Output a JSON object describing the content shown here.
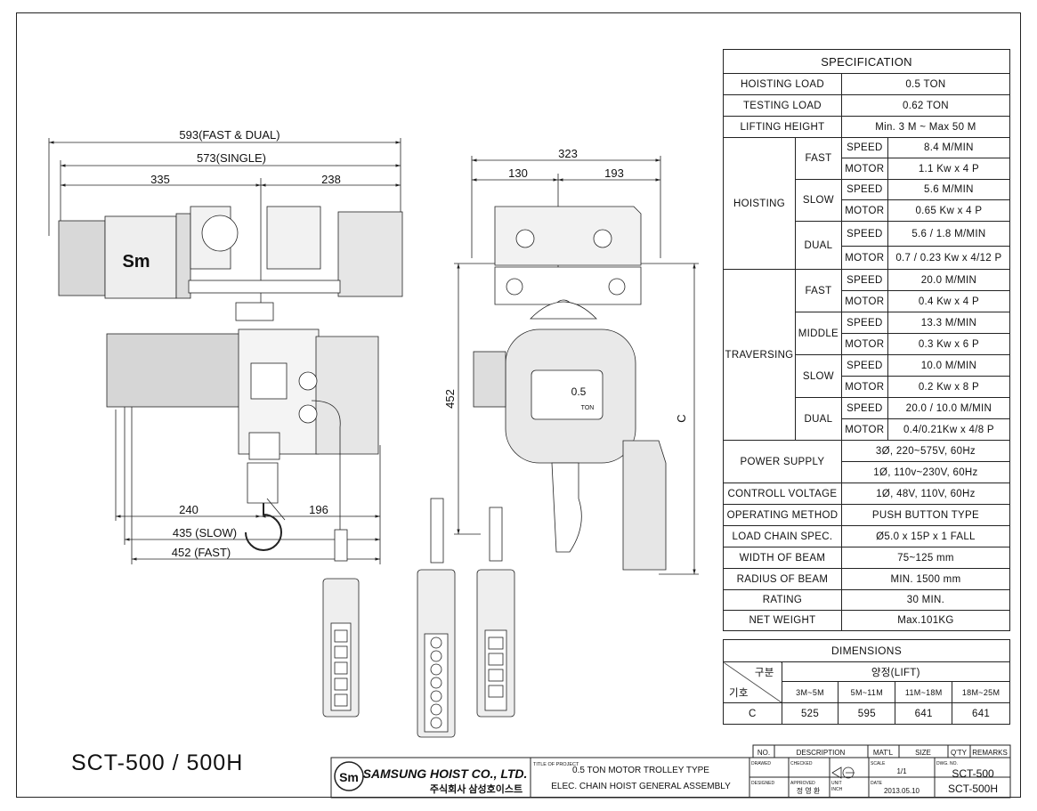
{
  "drawing": {
    "model": "SCT-500 / 500H",
    "dim_593": "593(FAST & DUAL)",
    "dim_573": "573(SINGLE)",
    "dim_335": "335",
    "dim_238": "238",
    "dim_240": "240",
    "dim_196": "196",
    "dim_435": "435 (SLOW)",
    "dim_452f": "452 (FAST)",
    "dim_323": "323",
    "dim_130": "130",
    "dim_193": "193",
    "dim_452": "452",
    "dim_c": "C",
    "hoist_badge_value": "0.5",
    "hoist_badge_unit": "TON",
    "logo_sm": "Sm"
  },
  "spec": {
    "title": "SPECIFICATION",
    "hoisting_load_label": "HOISTING LOAD",
    "hoisting_load": "0.5  TON",
    "testing_load_label": "TESTING LOAD",
    "testing_load": "0.62  TON",
    "lifting_height_label": "LIFTING HEIGHT",
    "lifting_height": "Min. 3 M ~ Max 50 M",
    "hoisting_label": "HOISTING",
    "traversing_label": "TRAVERSING",
    "speed_label": "SPEED",
    "motor_label": "MOTOR",
    "fast": "FAST",
    "slow": "SLOW",
    "dual": "DUAL",
    "middle": "MIDDLE",
    "h_fast_speed": "8.4  M/MIN",
    "h_fast_motor": "1.1 Kw x 4 P",
    "h_slow_speed": "5.6  M/MIN",
    "h_slow_motor": "0.65 Kw x 4 P",
    "h_dual_speed": "5.6 / 1.8  M/MIN",
    "h_dual_motor": "0.7 / 0.23 Kw x 4/12 P",
    "t_fast_speed": "20.0 M/MIN",
    "t_fast_motor": "0.4 Kw x 4 P",
    "t_middle_speed": "13.3 M/MIN",
    "t_middle_motor": "0.3 Kw x 6 P",
    "t_slow_speed": "10.0 M/MIN",
    "t_slow_motor": "0.2 Kw x 8 P",
    "t_dual_speed": "20.0 / 10.0 M/MIN",
    "t_dual_motor": "0.4/0.21Kw x 4/8 P",
    "power_supply_label": "POWER SUPPLY",
    "power_supply_1": "3Ø, 220~575V, 60Hz",
    "power_supply_2": "1Ø, 110v~230V, 60Hz",
    "control_voltage_label": "CONTROLL VOLTAGE",
    "control_voltage": "1Ø, 48V, 110V, 60Hz",
    "operating_method_label": "OPERATING METHOD",
    "operating_method": "PUSH BUTTON TYPE",
    "load_chain_label": "LOAD CHAIN SPEC.",
    "load_chain": "Ø5.0 x 15P x 1 FALL",
    "width_beam_label": "WIDTH OF BEAM",
    "width_beam": "75~125 mm",
    "radius_beam_label": "RADIUS OF BEAM",
    "radius_beam": "MIN. 1500 mm",
    "rating_label": "RATING",
    "rating": "30 MIN.",
    "net_weight_label": "NET WEIGHT",
    "net_weight": "Max.101KG"
  },
  "dimensions": {
    "title": "DIMENSIONS",
    "gubun": "구분",
    "giho": "기호",
    "lift_label": "양정(LIFT)",
    "ranges": [
      "3M~5M",
      "5M~11M",
      "11M~18M",
      "18M~25M"
    ],
    "row_label": "C",
    "values": [
      "525",
      "595",
      "641",
      "641"
    ]
  },
  "title_block": {
    "h_no": "NO.",
    "h_desc": "DESCRIPTION",
    "h_matl": "MAT'L",
    "h_size": "SIZE",
    "h_qty": "Q'TY",
    "h_remarks": "REMARKS",
    "company": "SAMSUNG HOIST CO., LTD.",
    "company_kr": "주식회사 삼성호이스트",
    "title_label": "TITLE OF PROJECT",
    "title_1": "0.5 TON MOTOR TROLLEY TYPE",
    "title_2": "ELEC. CHAIN HOIST GENERAL ASSEMBLY",
    "drawn": "DRAWED",
    "checked": "CHECKED",
    "designed": "DESIGNED",
    "approved": "APPROVED",
    "approver": "정 영 환",
    "scale_label": "SCALE",
    "scale": "1/1",
    "unit_label": "UNIT",
    "unit": "INCH",
    "date_label": "DATE",
    "date": "2013.05.10",
    "dwg_label": "DWG. NO.",
    "dwg_1": "SCT-500",
    "dwg_2": "SCT-500H"
  }
}
